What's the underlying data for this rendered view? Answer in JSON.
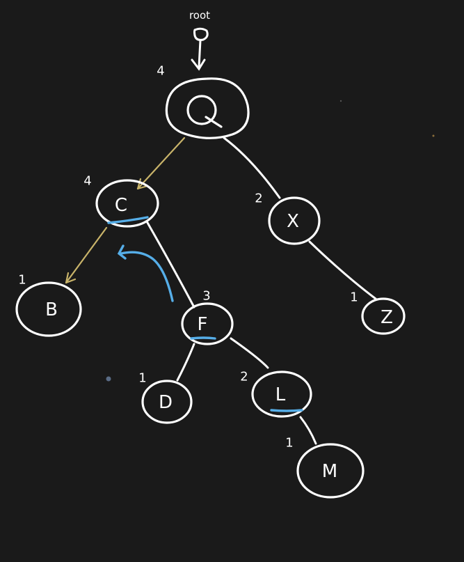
{
  "diagram": {
    "root_label": "root",
    "colors": {
      "background": "#1a1a1a",
      "ink": "#ffffff",
      "gold_arrow": "#c9b46a",
      "blue_mark": "#56aee8"
    },
    "nodes": [
      {
        "id": "Q",
        "letter": "Q",
        "height": "4"
      },
      {
        "id": "C",
        "letter": "C",
        "height": "4"
      },
      {
        "id": "X",
        "letter": "X",
        "height": "2"
      },
      {
        "id": "B",
        "letter": "B",
        "height": "1"
      },
      {
        "id": "F",
        "letter": "F",
        "height": "3"
      },
      {
        "id": "Z",
        "letter": "Z",
        "height": "1"
      },
      {
        "id": "D",
        "letter": "D",
        "height": "1"
      },
      {
        "id": "L",
        "letter": "L",
        "height": "2"
      },
      {
        "id": "M",
        "letter": "M",
        "height": "1"
      }
    ],
    "edges": [
      {
        "from": "Q",
        "to": "C",
        "style": "gold-arrow"
      },
      {
        "from": "Q",
        "to": "X",
        "style": "plain"
      },
      {
        "from": "C",
        "to": "B",
        "style": "gold-arrow"
      },
      {
        "from": "C",
        "to": "F",
        "style": "plain"
      },
      {
        "from": "X",
        "to": "Z",
        "style": "plain"
      },
      {
        "from": "F",
        "to": "D",
        "style": "plain"
      },
      {
        "from": "F",
        "to": "L",
        "style": "plain"
      },
      {
        "from": "L",
        "to": "M",
        "style": "plain"
      }
    ],
    "underlined_nodes": [
      "C",
      "F",
      "L"
    ],
    "rotation_arrow": {
      "from": "F",
      "to": "C",
      "color": "blue"
    }
  }
}
